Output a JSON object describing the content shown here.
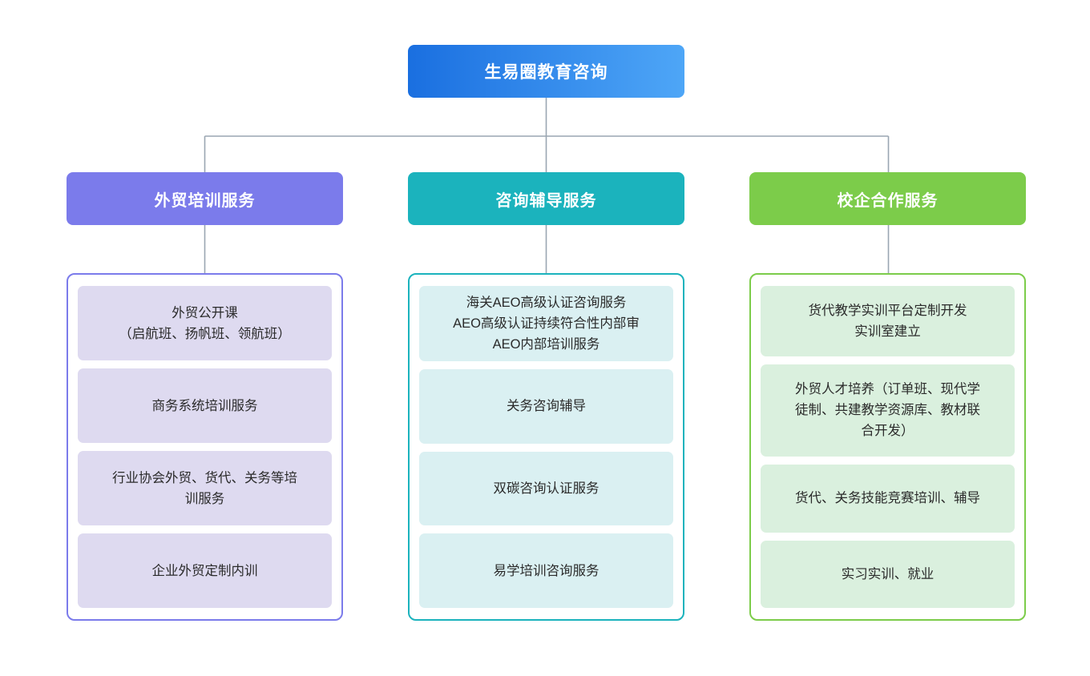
{
  "diagram": {
    "type": "organization-tree",
    "root": {
      "label": "生易圈教育咨询",
      "gradient_from": "#1a6fe0",
      "gradient_to": "#4ea6f7"
    },
    "connector_color": "#9aa6b2",
    "columns": [
      {
        "header_label": "外贸培训服务",
        "header_color": "#7b7beb",
        "border_color": "#7b7beb",
        "item_fill": "#dedaf0",
        "items": [
          {
            "lines": [
              "外贸公开课",
              "（启航班、扬帆班、领航班）"
            ]
          },
          {
            "lines": [
              "商务系统培训服务"
            ]
          },
          {
            "lines": [
              "行业协会外贸、货代、关务等培",
              "训服务"
            ]
          },
          {
            "lines": [
              "企业外贸定制内训"
            ]
          }
        ]
      },
      {
        "header_label": "咨询辅导服务",
        "header_color": "#1bb3bd",
        "border_color": "#1bb3bd",
        "item_fill": "#daf0f2",
        "items": [
          {
            "lines": [
              "海关AEO高级认证咨询服务",
              "AEO高级认证持续符合性内部审",
              "AEO内部培训服务"
            ]
          },
          {
            "lines": [
              "关务咨询辅导"
            ]
          },
          {
            "lines": [
              "双碳咨询认证服务"
            ]
          },
          {
            "lines": [
              "易学培训咨询服务"
            ]
          }
        ]
      },
      {
        "header_label": "校企合作服务",
        "header_color": "#7ccc4a",
        "border_color": "#7ccc4a",
        "item_fill": "#daf0de",
        "items": [
          {
            "lines": [
              "货代教学实训平台定制开发",
              "实训室建立"
            ]
          },
          {
            "lines": [
              "外贸人才培养（订单班、现代学",
              "徒制、共建教学资源库、教材联",
              "合开发）"
            ]
          },
          {
            "lines": [
              "货代、关务技能竞赛培训、辅导"
            ]
          },
          {
            "lines": [
              "实习实训、就业"
            ]
          }
        ]
      }
    ]
  }
}
